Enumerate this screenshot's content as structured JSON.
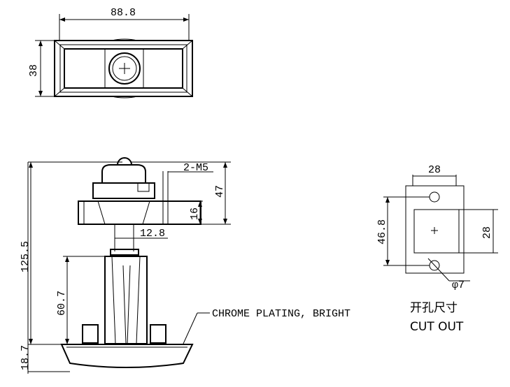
{
  "drawing": {
    "top_view": {
      "width_dim": "88.8",
      "height_dim": "38"
    },
    "side_view": {
      "thread_label": "2-M5",
      "head_height_dim": "47",
      "flange_dim": "16",
      "shaft_dim": "12.8",
      "total_height_dim": "125.5",
      "body_dim": "60.7",
      "base_dim": "18.7",
      "finish_note": "CHROME PLATING, BRIGHT"
    },
    "cutout": {
      "width_dim": "28",
      "height_dim": "46.8",
      "square_dim": "28",
      "hole_dim": "φ7",
      "title_cn": "开孔尺寸",
      "title_en": "CUT OUT"
    }
  }
}
